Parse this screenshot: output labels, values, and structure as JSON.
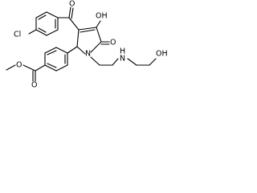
{
  "molecule": {
    "atoms": {
      "chlorine": "Cl",
      "hydroxyl_oh": "OH",
      "ketone_o": "O",
      "lactam_o": "O",
      "ring_n": "N",
      "ester_o_carbonyl": "O",
      "ester_o_methoxy": "O",
      "amine_nh": "N",
      "amine_h": "H",
      "terminal_oh": "OH"
    }
  }
}
